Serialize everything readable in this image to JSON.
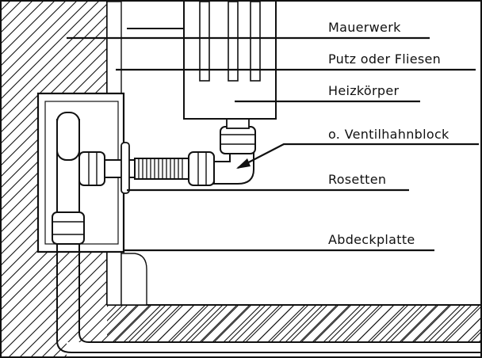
{
  "labels": {
    "mauerwerk": "Mauerwerk",
    "putz": "Putz oder Fliesen",
    "heizkoerper": "Heizkörper",
    "ventilhahnblock": "o. Ventilhahnblock",
    "rosetten": "Rosetten",
    "abdeckplatte": "Abdeckplatte"
  },
  "colors": {
    "ink": "#111111",
    "background": "#ffffff"
  }
}
